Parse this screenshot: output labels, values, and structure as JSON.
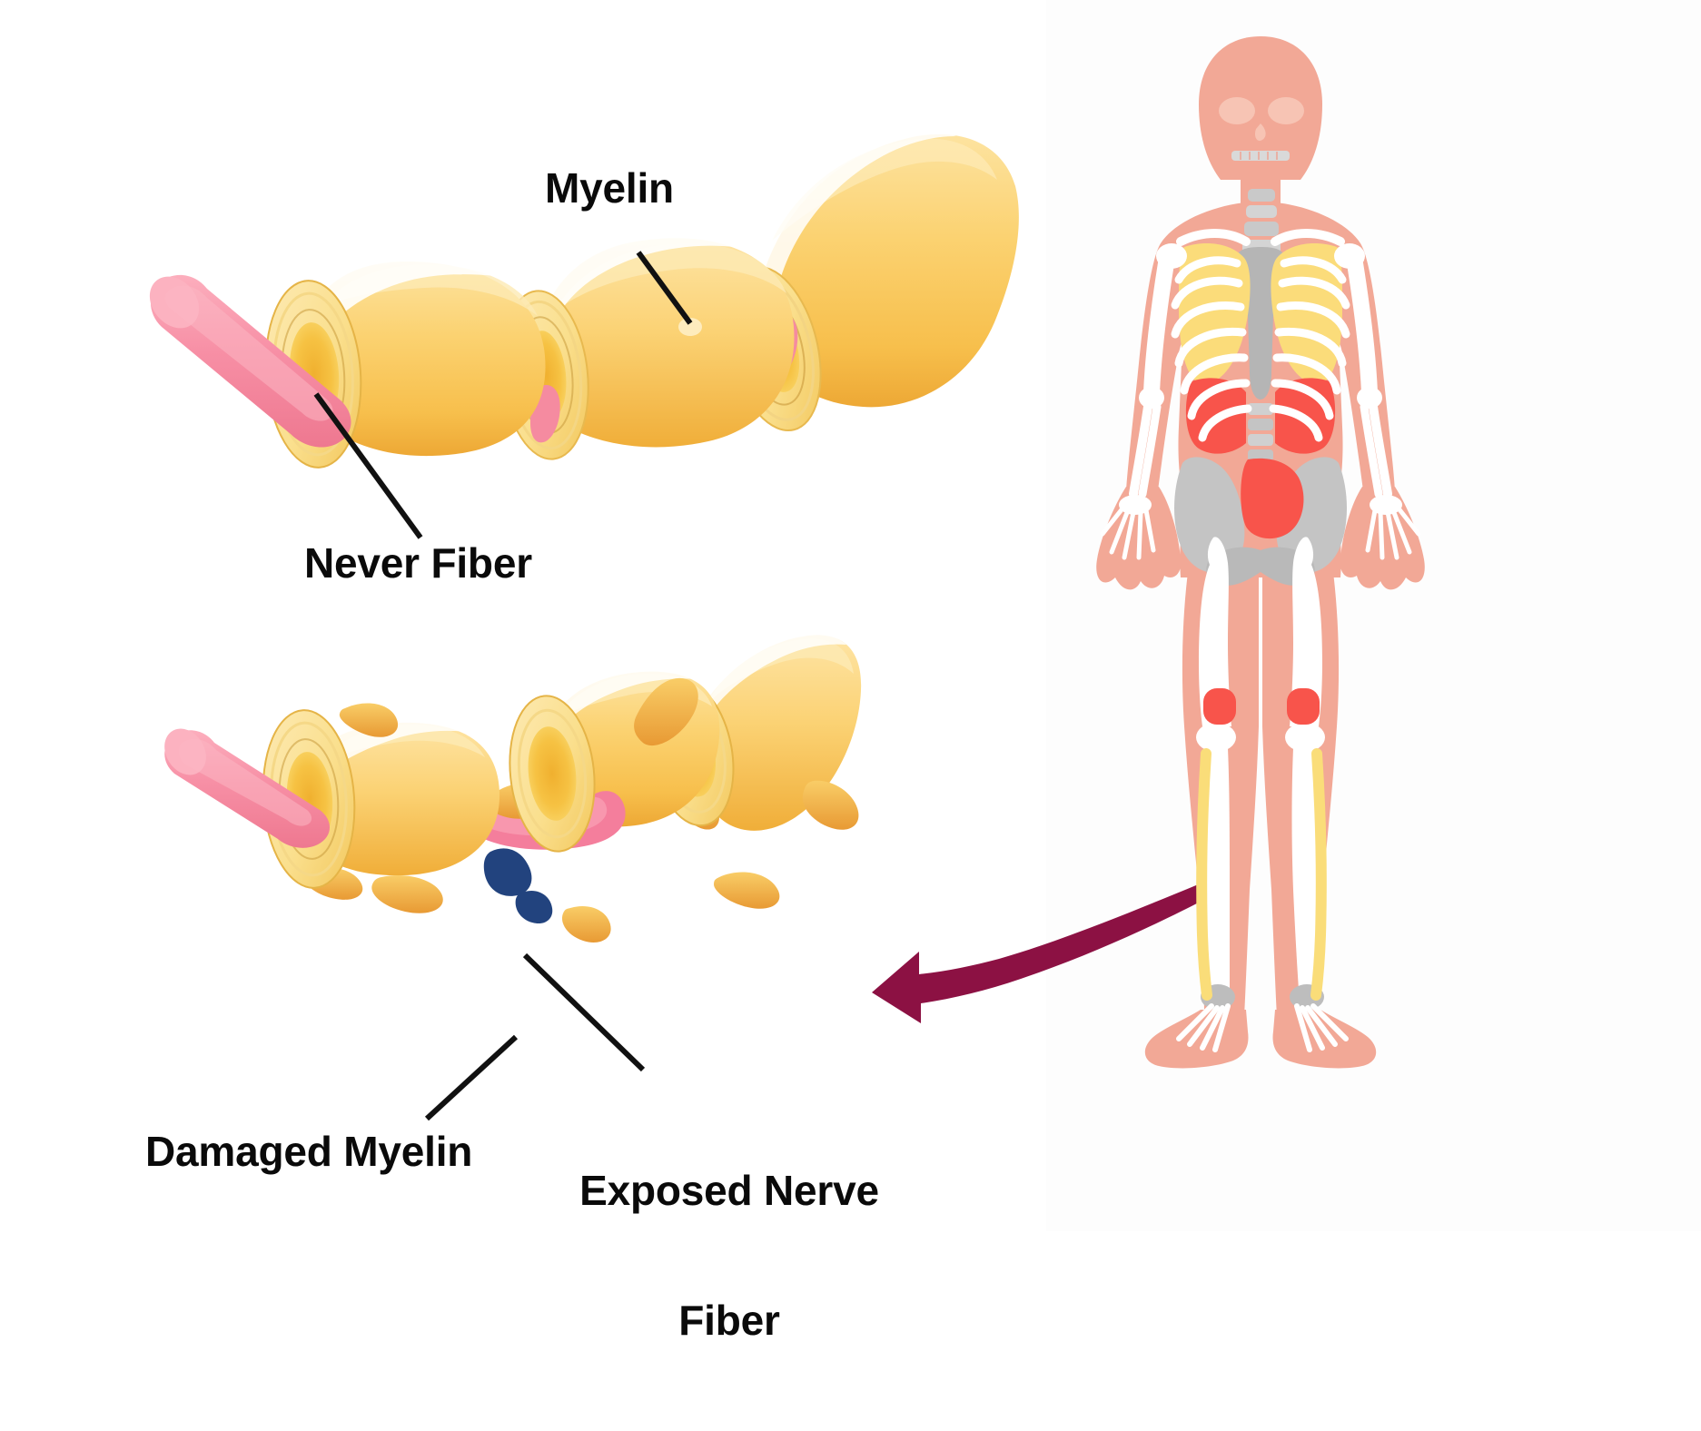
{
  "figure": {
    "title": "Myelin sheath and demyelination diagram",
    "background_color": "#ffffff",
    "panel_background": "#fdfdfd"
  },
  "labels": {
    "myelin": "Myelin",
    "nerve_fiber": "Never Fiber",
    "damaged_myelin": "Damaged Myelin",
    "exposed_nerve_fiber_line1": "Exposed Nerve",
    "exposed_nerve_fiber_line2": "Fiber"
  },
  "icons": {
    "leader_line": "leader-line-icon",
    "curved_arrow": "curved-arrow-icon",
    "skeleton": "human-skeleton-icon",
    "healthy_axon": "healthy-myelinated-axon-icon",
    "damaged_axon": "damaged-myelinated-axon-icon"
  },
  "colors": {
    "myelin_light": "#fde08a",
    "myelin_mid": "#fbcf5f",
    "myelin_dark": "#f3b23a",
    "myelin_shadow": "#e09a32",
    "myelin_core": "#f6c23f",
    "axon_pink": "#f58ba0",
    "axon_pink_light": "#fba3b4",
    "axon_pink_dark": "#ee7d95",
    "damage_navy": "#22437e",
    "leader_black": "#111111",
    "arrow_maroon": "#8c1143",
    "body_salmon": "#f2a896",
    "body_salmon_light": "#f7c4b4",
    "bone_white": "#ffffff",
    "bone_grey": "#bfbfbf",
    "bone_grey_dark": "#a8a8a8",
    "highlight_yellow": "#fbdc7a",
    "highlight_red": "#f8544b",
    "highlight_red_soft": "#fa6054",
    "nerve_yellow": "#fadd79"
  },
  "skeleton": {
    "highlight_regions": [
      {
        "name": "upper-ribs-yellow",
        "color": "#fbdc7a"
      },
      {
        "name": "lower-ribs-red",
        "color": "#f8544b"
      },
      {
        "name": "sacrum-red",
        "color": "#f8544b"
      },
      {
        "name": "knee-red-left",
        "color": "#f8544b"
      },
      {
        "name": "knee-red-right",
        "color": "#f8544b"
      },
      {
        "name": "tibial-nerve-yellow",
        "color": "#fadd79"
      }
    ]
  }
}
